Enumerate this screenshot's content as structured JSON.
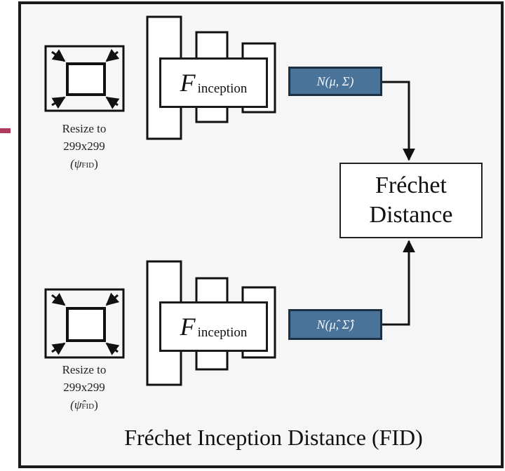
{
  "diagram": {
    "top": {
      "resize_line1": "Resize to",
      "resize_line2": "299x299",
      "psi": "(ψ",
      "psi_sub": "FID",
      "psi_close": ")",
      "f_symbol": "F",
      "f_subscript": "inception",
      "distribution": "N(μ, Σ)"
    },
    "bottom": {
      "resize_line1": "Resize to",
      "resize_line2": "299x299",
      "psi": "(ψ̂",
      "psi_sub": "FID",
      "psi_close": ")",
      "f_symbol": "F",
      "f_subscript": "inception",
      "distribution": "N(μ̂, Σ̂)"
    },
    "metric_line1": "Fréchet",
    "metric_line2": "Distance",
    "caption": "Fréchet Inception Distance (FID)"
  },
  "colors": {
    "frame": "#1a1a1a",
    "distribution_fill": "#4a7399",
    "distribution_text": "#f4f6fa",
    "accent_mark": "#b03a5e"
  }
}
